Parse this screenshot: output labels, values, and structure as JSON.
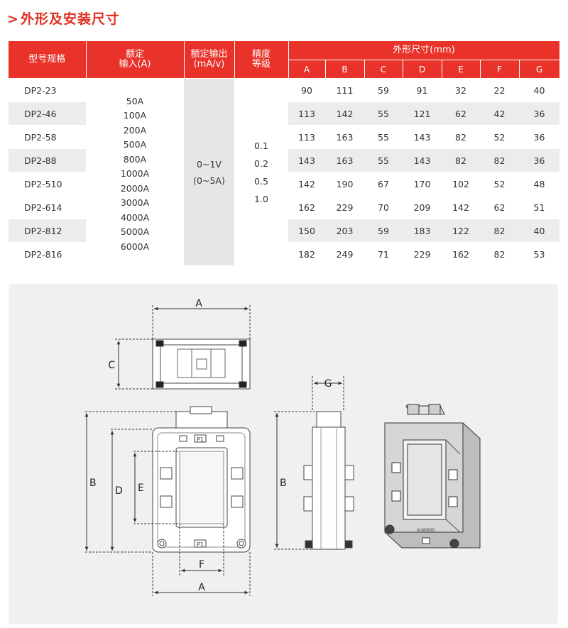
{
  "section": {
    "arrow": ">",
    "title": "外形及安装尺寸"
  },
  "table": {
    "headers": {
      "model": "型号规格",
      "input_line1": "额定",
      "input_line2": "输入(A)",
      "output_line1": "额定输出",
      "output_line2": "(mA/v)",
      "grade_line1": "精度",
      "grade_line2": "等级",
      "dims": "外形尺寸(mm)",
      "dim_cols": [
        "A",
        "B",
        "C",
        "D",
        "E",
        "F",
        "G"
      ]
    },
    "rows": [
      {
        "model": "DP2-23",
        "dims": [
          "90",
          "111",
          "59",
          "91",
          "32",
          "22",
          "40"
        ]
      },
      {
        "model": "DP2-46",
        "dims": [
          "113",
          "142",
          "55",
          "121",
          "62",
          "42",
          "36"
        ]
      },
      {
        "model": "DP2-58",
        "dims": [
          "113",
          "163",
          "55",
          "143",
          "82",
          "52",
          "36"
        ]
      },
      {
        "model": "DP2-88",
        "dims": [
          "143",
          "163",
          "55",
          "143",
          "82",
          "82",
          "36"
        ]
      },
      {
        "model": "DP2-510",
        "dims": [
          "142",
          "190",
          "67",
          "170",
          "102",
          "52",
          "48"
        ]
      },
      {
        "model": "DP2-614",
        "dims": [
          "162",
          "229",
          "70",
          "209",
          "142",
          "62",
          "51"
        ]
      },
      {
        "model": "DP2-812",
        "dims": [
          "150",
          "203",
          "59",
          "183",
          "122",
          "82",
          "40"
        ]
      },
      {
        "model": "DP2-816",
        "dims": [
          "182",
          "249",
          "71",
          "229",
          "162",
          "82",
          "53"
        ]
      }
    ],
    "inputs": [
      "50A",
      "100A",
      "200A",
      "500A",
      "800A",
      "1000A",
      "2000A",
      "3000A",
      "4000A",
      "5000A",
      "6000A"
    ],
    "outputs": [
      "0~1V",
      "(0~5A)"
    ],
    "grades": [
      "0.1",
      "0.2",
      "0.5",
      "1.0"
    ]
  },
  "diagram": {
    "labels": {
      "a": "A",
      "b": "B",
      "c": "C",
      "d": "D",
      "e": "E",
      "f": "F",
      "g": "G"
    },
    "terminal_label": "P1",
    "nameplate": "K-60000"
  }
}
